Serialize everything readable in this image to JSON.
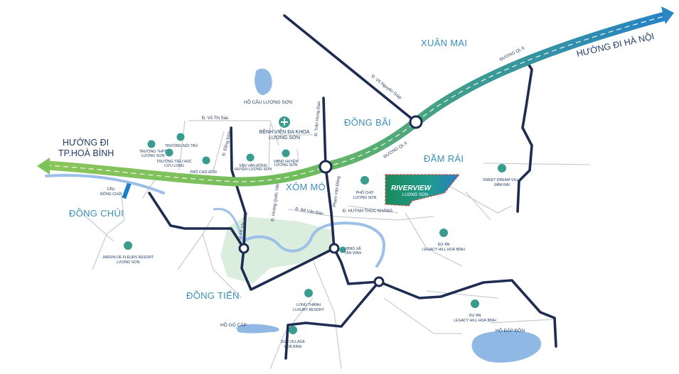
{
  "areas": {
    "xuan_mai": "XUÂN MAI",
    "dong_bai": "ĐỒNG BÃI",
    "dam_rai": "ĐẦM RÁI",
    "xom_mo": "XÓM MÓ",
    "dong_chui": "ĐỒNG CHÚI",
    "dong_tien": "ĐỒNG TIẾN"
  },
  "directions": {
    "ha_noi": "HƯỚNG ĐI HÀ NỘI",
    "hoa_binh_1": "HƯỚNG ĐI",
    "hoa_binh_2": "TP.HOÀ BÌNH"
  },
  "roads": {
    "ql6_upper": "ĐƯỜNG QL 6",
    "ql6_lower": "ĐƯỜNG QL 6",
    "vo_nguyen_giap": "Đ. Võ Nguyên Giáp",
    "vo_thi_sau": "Đ. Võ Thị Sáu",
    "dong_khoi": "Đ. Đồng Khởi",
    "hoang_quoc_viet": "Đ. Hoàng Quốc Việt",
    "tran_hung_dao": "Đ. Trần Hưng Đạo",
    "pham_van_dong": "Phạm Văn Đồng",
    "bo_van_dan": "Đ. Bế Văn Đàn",
    "huynh_thuc_khang": "Đ. HUỲNH THÚC KHÁNG",
    "le_van_cau": "Đ. Lê Văn Cẩu"
  },
  "lakes": {
    "cau_luong_son": "HỒ CÂU LƯƠNG SƠN",
    "go_cap": "HỒ GÒ CÁP",
    "dap_don": "HỒ ĐẬP ĐỒN"
  },
  "bridge": {
    "line1": "CẦU",
    "line2": "ĐỒNG CHÚI"
  },
  "project": {
    "name": "RIVERVIEW",
    "sub": "LUONG SON"
  },
  "pois": {
    "hospital_1": "BỆNH VIỆN ĐA KHOA",
    "hospital_2": "LƯƠNG SƠN",
    "school_thpt_1": "TRƯỜNG THPT",
    "school_thpt_2": "LƯƠNG SƠN",
    "school_noi_tru": "TRƯỜNG NỘI TRÚ",
    "school_th_1": "TRƯỜNG TIỂU HỌC",
    "school_th_2": "CỬU LONG",
    "cho_don": "PHỐ CHỢ ĐÔN",
    "san_van_dong_1": "SÂN VẬN ĐỘNG",
    "san_van_dong_2": "HUYỆN LƯƠNG SƠN",
    "ubnd_huyen_1": "UBND HUYỆN",
    "ubnd_huyen_2": "LƯƠNG SƠN",
    "cho_ls_1": "PHỐ CHỢ",
    "cho_ls_2": "LƯƠNG SƠN",
    "sweet_dream_1": "SWEET DREAM VILLA",
    "sweet_dream_2": "ĐẦM RÁI",
    "jardin_1": "JARDIN DE FLEURS RESORT",
    "jardin_2": "LƯƠNG SƠN",
    "legacy_a_1": "DỰ ÁN",
    "legacy_a_2": "LEGACY HILL HOÀ BÌNH",
    "ubnd_xa_1": "UBND XÃ",
    "ubnd_xa_2": "TÂN VINH",
    "long_thanh_1": "LONG THÀNH",
    "long_thanh_2": "LUXURY RESORT",
    "legacy_b_1": "DỰ ÁN",
    "legacy_b_2": "LEGACY HILL HOÀ BÌNH",
    "sun_village_1": "SUN VILLAGE",
    "sun_village_2": "HOÀ BÌNH"
  },
  "colors": {
    "highway_green": "#7cc35a",
    "highway_blue": "#2a86c4",
    "road_navy": "#1f2c52",
    "water": "#8fb8e4",
    "park": "#dbeedd",
    "poi_teal": "#3a9c8e",
    "project_fill": "#1f9a8e"
  },
  "icons": {
    "hospital": "plus-icon",
    "building": "building-icon",
    "market": "cart-icon",
    "stadium": "ball-icon"
  }
}
